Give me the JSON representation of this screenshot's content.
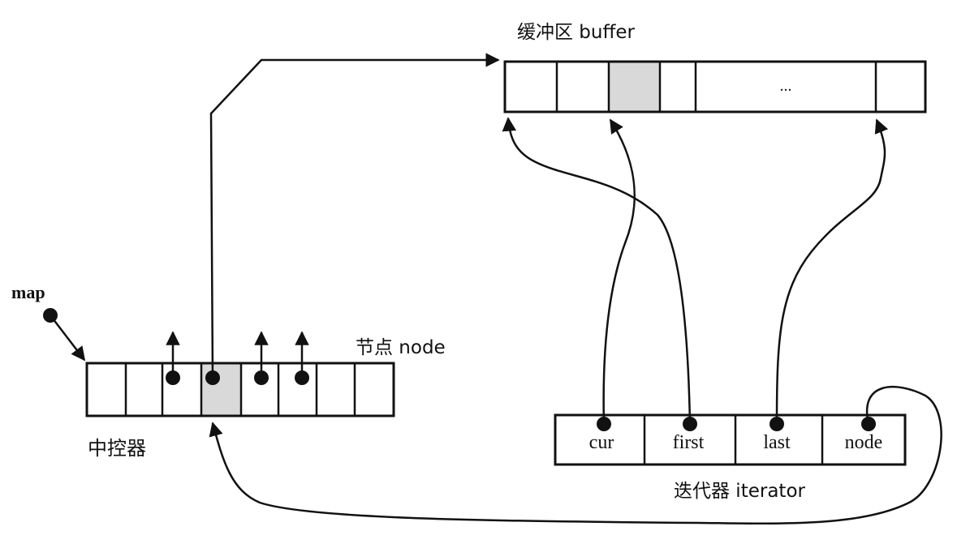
{
  "diagram": {
    "title": "STL deque structure",
    "buffer": {
      "label": "缓冲区 buffer",
      "cells": [
        "",
        "",
        "",
        "",
        "...",
        ""
      ],
      "shaded_cell_index": 2
    },
    "map": {
      "pointer_label": "map",
      "node_label": "节点 node",
      "controller_label": "中控器",
      "cell_count": 8,
      "shaded_cell_index": 3,
      "pointer_cells": [
        2,
        3,
        4,
        5
      ]
    },
    "iterator": {
      "label": "迭代器 iterator",
      "fields": [
        "cur",
        "first",
        "last",
        "node"
      ]
    },
    "edges": [
      {
        "from": "map",
        "to": "map.cell.0",
        "label": ""
      },
      {
        "from": "map.cell.3",
        "to": "buffer.cell.0",
        "label": ""
      },
      {
        "from": "iterator.cur",
        "to": "buffer.cell.2",
        "label": ""
      },
      {
        "from": "iterator.first",
        "to": "buffer.cell.0",
        "label": ""
      },
      {
        "from": "iterator.last",
        "to": "buffer.cell.5",
        "label": ""
      },
      {
        "from": "iterator.node",
        "to": "map.cell.3",
        "label": ""
      }
    ],
    "colors": {
      "ink": "#111111",
      "shade": "#d9d9d9",
      "background": "#ffffff"
    }
  }
}
